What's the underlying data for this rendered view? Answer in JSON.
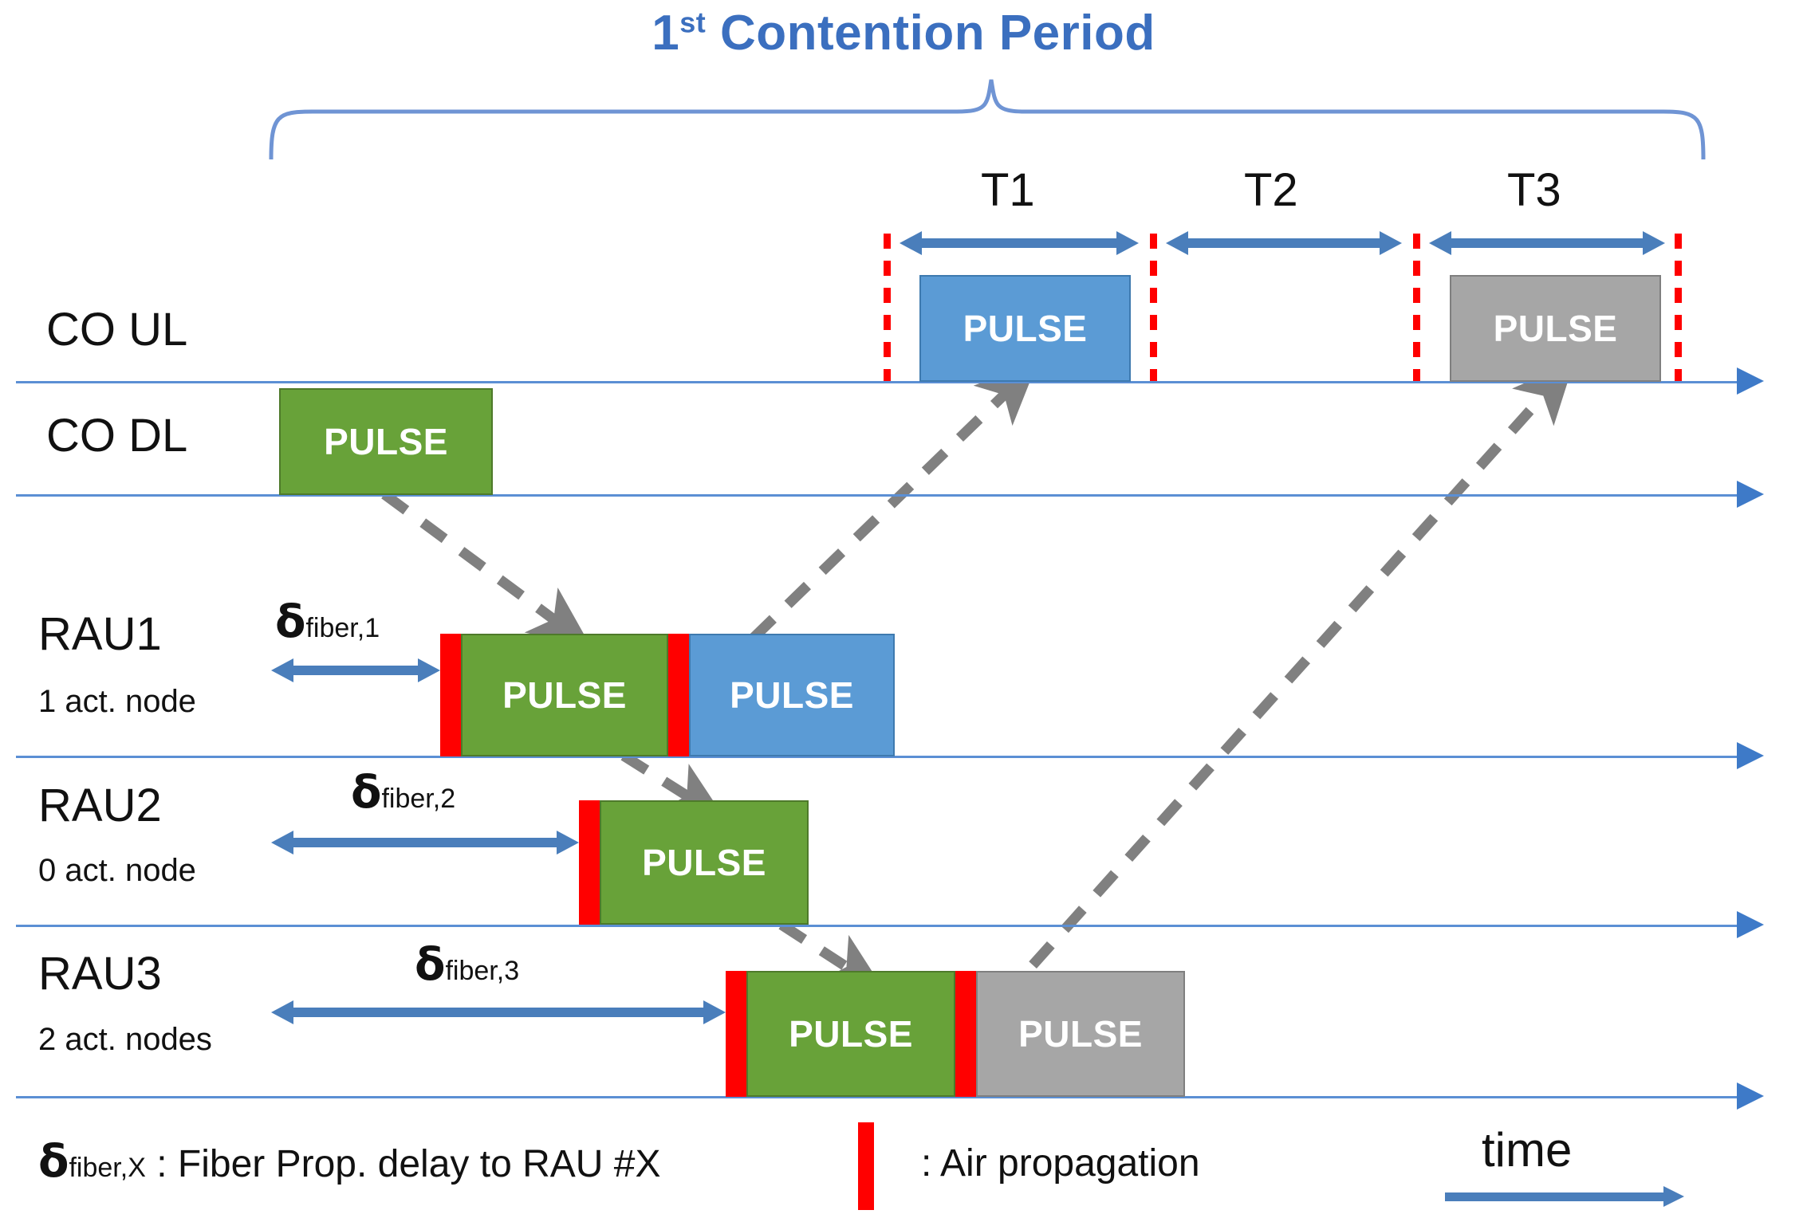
{
  "title": {
    "prefix": "1",
    "sup": "st",
    "rest": " Contention Period"
  },
  "period_labels": [
    {
      "name": "T1",
      "label": "T1"
    },
    {
      "name": "T2",
      "label": "T2"
    },
    {
      "name": "T3",
      "label": "T3"
    }
  ],
  "rows": [
    {
      "id": "co-ul",
      "label": "CO UL",
      "sub": ""
    },
    {
      "id": "co-dl",
      "label": "CO DL",
      "sub": ""
    },
    {
      "id": "rau1",
      "label": "RAU1",
      "sub": "1 act. node"
    },
    {
      "id": "rau2",
      "label": "RAU2",
      "sub": "0 act. node"
    },
    {
      "id": "rau3",
      "label": "RAU3",
      "sub": "2 act. nodes"
    }
  ],
  "delta_labels": [
    {
      "name": "delta-fiber-1",
      "symbol": "δ",
      "sub": "fiber,1"
    },
    {
      "name": "delta-fiber-2",
      "symbol": "δ",
      "sub": "fiber,2"
    },
    {
      "name": "delta-fiber-3",
      "symbol": "δ",
      "sub": "fiber,3"
    }
  ],
  "pulses": [
    {
      "row": "co-ul",
      "label": "PULSE",
      "color": "blue"
    },
    {
      "row": "co-ul",
      "label": "PULSE",
      "color": "gray"
    },
    {
      "row": "co-dl",
      "label": "PULSE",
      "color": "green"
    },
    {
      "row": "rau1",
      "label": "PULSE",
      "color": "green"
    },
    {
      "row": "rau1",
      "label": "PULSE",
      "color": "blue"
    },
    {
      "row": "rau2",
      "label": "PULSE",
      "color": "green"
    },
    {
      "row": "rau3",
      "label": "PULSE",
      "color": "green"
    },
    {
      "row": "rau3",
      "label": "PULSE",
      "color": "gray"
    }
  ],
  "legend": {
    "delta_symbol": "δ",
    "delta_sub": "fiber,X",
    "delta_desc": " : Fiber Prop. delay to RAU #X",
    "air_desc": ": Air propagation",
    "time_label": "time"
  },
  "colors": {
    "accent_blue": "#3B6FBF",
    "arrow_blue": "#4A7EBB",
    "axis_blue": "#5B8FD4",
    "pulse_green": "#68A239",
    "pulse_blue": "#5B9BD5",
    "pulse_gray": "#A6A6A6",
    "air_red": "#FF0000",
    "dashed_gray": "#808080"
  }
}
